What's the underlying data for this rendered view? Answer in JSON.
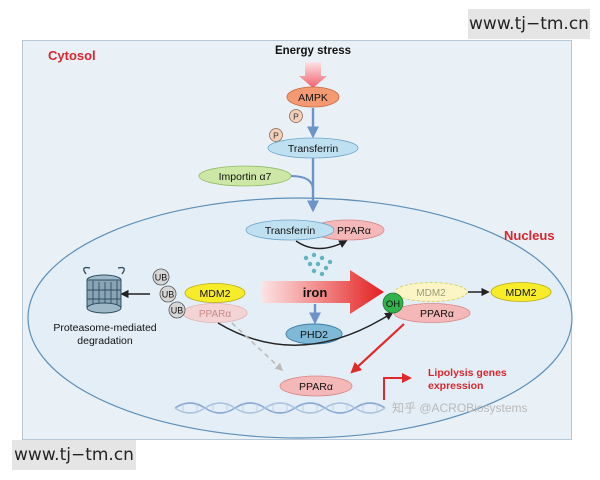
{
  "labels": {
    "cytosol": "Cytosol",
    "nucleus": "Nucleus",
    "energy_stress": "Energy stress",
    "ampk": "AMPK",
    "phospho": "P",
    "transferrin": "Transferrin",
    "importin": "Importin α7",
    "ppara": "PPARα",
    "iron": "iron",
    "mdm2": "MDM2",
    "oh": "OH",
    "phd2": "PHD2",
    "ub": "UB",
    "proteasome_line1": "Proteasome-mediated",
    "proteasome_line2": "degradation",
    "lipolysis_line1": "Lipolysis genes",
    "lipolysis_line2": "expression",
    "credit": "知乎 @ACROBiosystems"
  },
  "watermarks": {
    "top": "www.tj−tm.cn",
    "bottom": "www.tj−tm.cn"
  },
  "colors": {
    "panel_bg": "#e9f1f7",
    "blue_arrow": "#6d94c8",
    "red_arrow": "#e02a2a",
    "pink_oval": "#f4b8b8",
    "blue_oval": "#bfe0f0",
    "green_oval": "#cde8a6",
    "yellow_oval": "#f6ec2a",
    "ampk_oval": "#f39a73",
    "ub_gray": "#d6d6d6",
    "oh_green": "#31b24a"
  }
}
